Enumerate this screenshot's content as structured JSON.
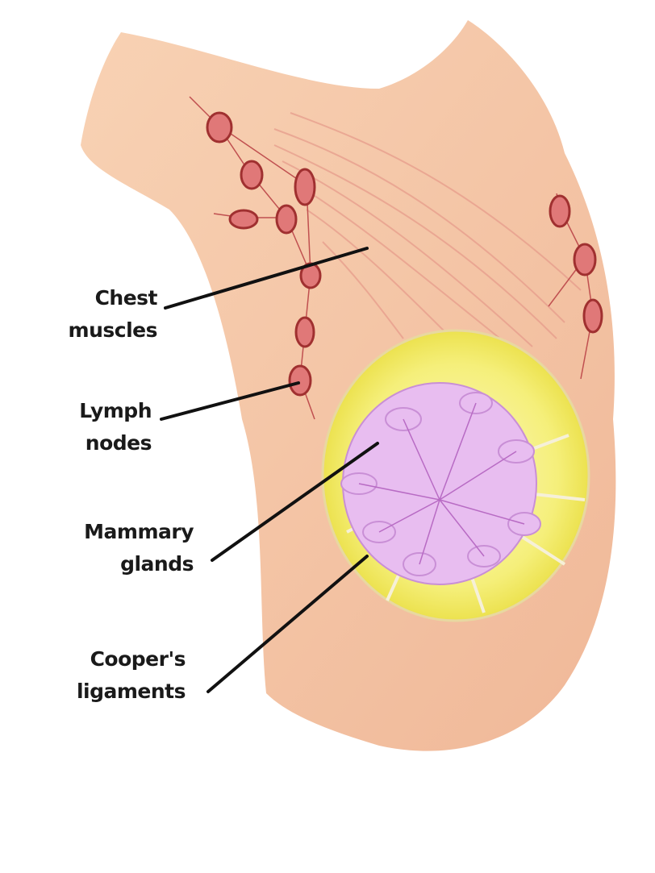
{
  "title": "Breast anatomy",
  "labels": [
    {
      "id": "chest-muscles",
      "line1": "Chest",
      "line2": "muscles"
    },
    {
      "id": "lymph-nodes",
      "line1": "Lymph",
      "line2": "nodes"
    },
    {
      "id": "mammary-glands",
      "line1": "Mammary",
      "line2": "glands"
    },
    {
      "id": "coopers-ligaments",
      "line1": "Cooper's",
      "line2": "ligaments"
    }
  ],
  "colors": {
    "skin": "#f6cdb0",
    "skin_dark": "#eeab8a",
    "fat": "#f3ec5a",
    "gland": "#e6b8e6",
    "node": "#c9484a",
    "line": "#111111"
  }
}
